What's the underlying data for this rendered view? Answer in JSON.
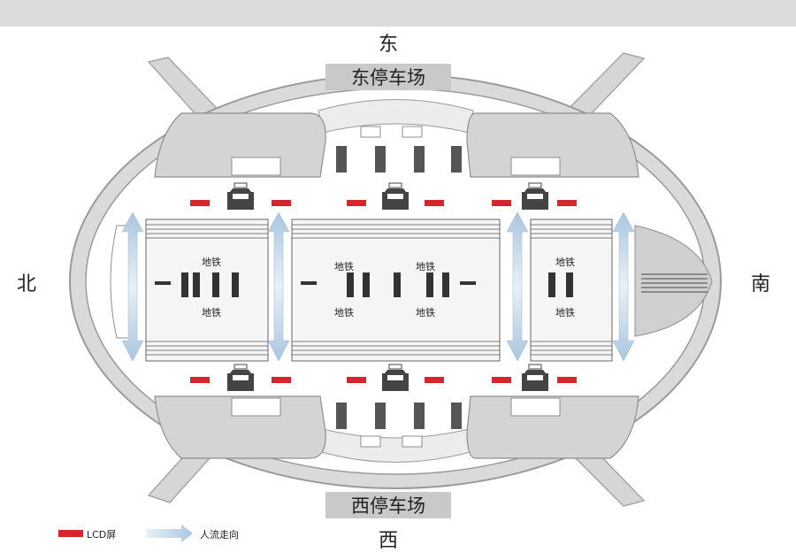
{
  "directions": {
    "north": "北",
    "south": "南",
    "east": "东",
    "west": "西"
  },
  "parking": {
    "east": "东停车场",
    "west": "西停车场"
  },
  "metro_label": "地铁",
  "legend": {
    "lcd_label": "LCD屏",
    "flow_label": "人流走向"
  },
  "colors": {
    "lcd": "#d7252c",
    "flow_arrow": "#c9dcec",
    "building": "#d4d4d4",
    "outline": "#9a9a9a"
  }
}
